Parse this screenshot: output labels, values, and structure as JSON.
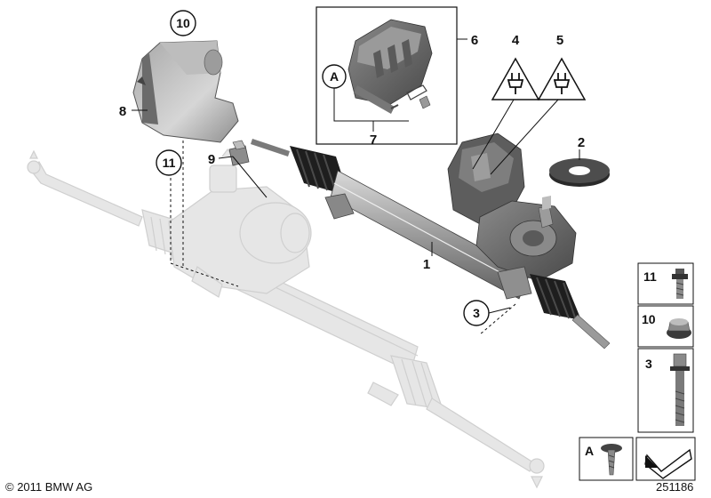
{
  "labels": {
    "p1": "1",
    "p2": "2",
    "p3": "3",
    "p4": "4",
    "p5": "5",
    "p6": "6",
    "p7": "7",
    "p8": "8",
    "p9": "9",
    "p10": "10",
    "p11": "11",
    "pA": "A"
  },
  "legend": {
    "item11": "11",
    "item10": "10",
    "item3": "3",
    "itemA": "A"
  },
  "footer": {
    "copyright": "© 2011 BMW AG",
    "diagram_number": "251186"
  },
  "colors": {
    "part_dark": "#6f6f6f",
    "part_mid": "#9a9a9a",
    "part_light": "#c8c8c8",
    "ghost": "#e3e3e3",
    "ghost_stroke": "#cfcfcf",
    "line": "#111111"
  }
}
